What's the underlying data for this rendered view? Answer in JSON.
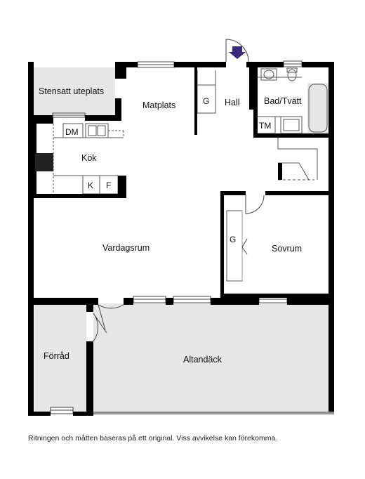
{
  "rooms": {
    "stensatt": "Stensatt uteplats",
    "matplats": "Matplats",
    "hall": "Hall",
    "bad": "Bad/Tvätt",
    "kok": "Kök",
    "vardagsrum": "Vardagsrum",
    "sovrum": "Sovrum",
    "forrad": "Förråd",
    "altandack": "Altandäck"
  },
  "fixtures": {
    "dm": "DM",
    "k": "K",
    "f": "F",
    "g_hall": "G",
    "g_sovrum": "G",
    "tm": "TM"
  },
  "disclaimer": "Ritningen och måtten baseras på ett original. Viss avvikelse kan förekomma.",
  "colors": {
    "wall": "#000000",
    "outdoor_fill": "#e6e6e6",
    "entrance_arrow": "#3b2a7a"
  }
}
